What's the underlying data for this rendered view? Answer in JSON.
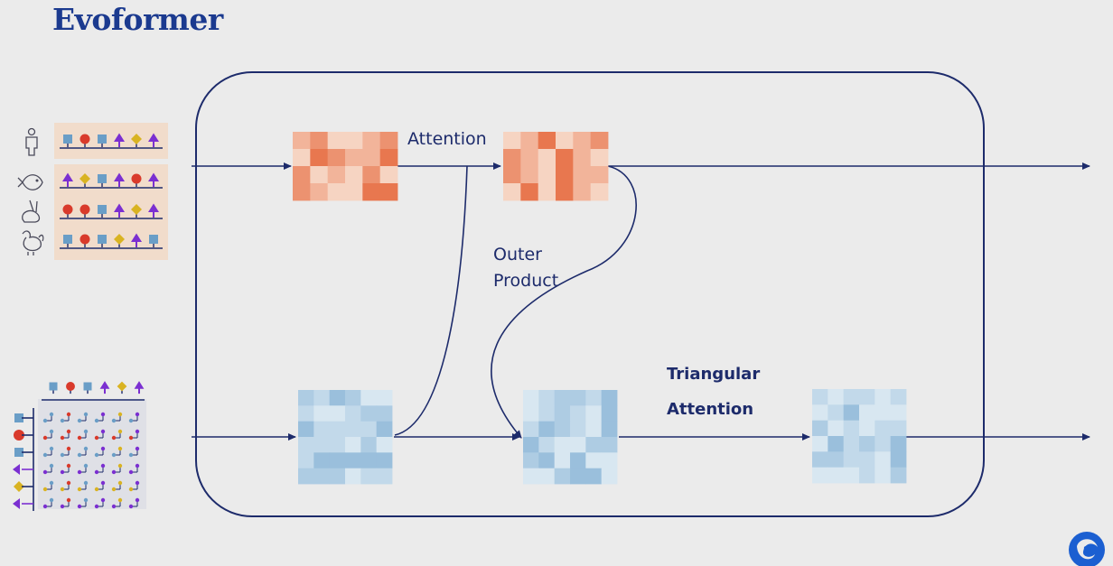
{
  "header": {
    "title": "Evoformer"
  },
  "labels": {
    "attention": "Attention",
    "outer_product": "Outer Product",
    "triangular_attention_line1": "Triangular",
    "triangular_attention_line2": "Attention"
  },
  "msa": {
    "species": [
      "human-icon",
      "fish-icon",
      "rabbit-icon",
      "chicken-icon"
    ],
    "rows": [
      [
        "square-blue",
        "circle-red",
        "square-blue",
        "arrow-purple",
        "diamond-yellow",
        "arrow-purple"
      ],
      [
        "arrow-purple",
        "diamond-yellow",
        "square-blue",
        "arrow-purple",
        "circle-red",
        "arrow-purple"
      ],
      [
        "circle-red",
        "circle-red",
        "square-blue",
        "arrow-purple",
        "diamond-yellow",
        "arrow-purple"
      ],
      [
        "square-blue",
        "circle-red",
        "square-blue",
        "diamond-yellow",
        "arrow-purple",
        "square-blue"
      ]
    ]
  },
  "pair": {
    "residues": [
      "square-blue",
      "circle-red",
      "square-blue",
      "arrow-purple",
      "diamond-yellow",
      "arrow-purple"
    ]
  },
  "colors": {
    "line": "#1d2b6b",
    "msa_matrix": [
      "#f6d4c2",
      "#f2b49a",
      "#ec9270",
      "#e8774f"
    ],
    "pair_matrix": [
      "#d8e7f1",
      "#c2d9ea",
      "#aecce3",
      "#9abfdc"
    ],
    "symbol_blue": "#6a9ec7",
    "symbol_red": "#d93a2b",
    "symbol_purple": "#7b2fd1",
    "symbol_yellow": "#d9b322"
  }
}
